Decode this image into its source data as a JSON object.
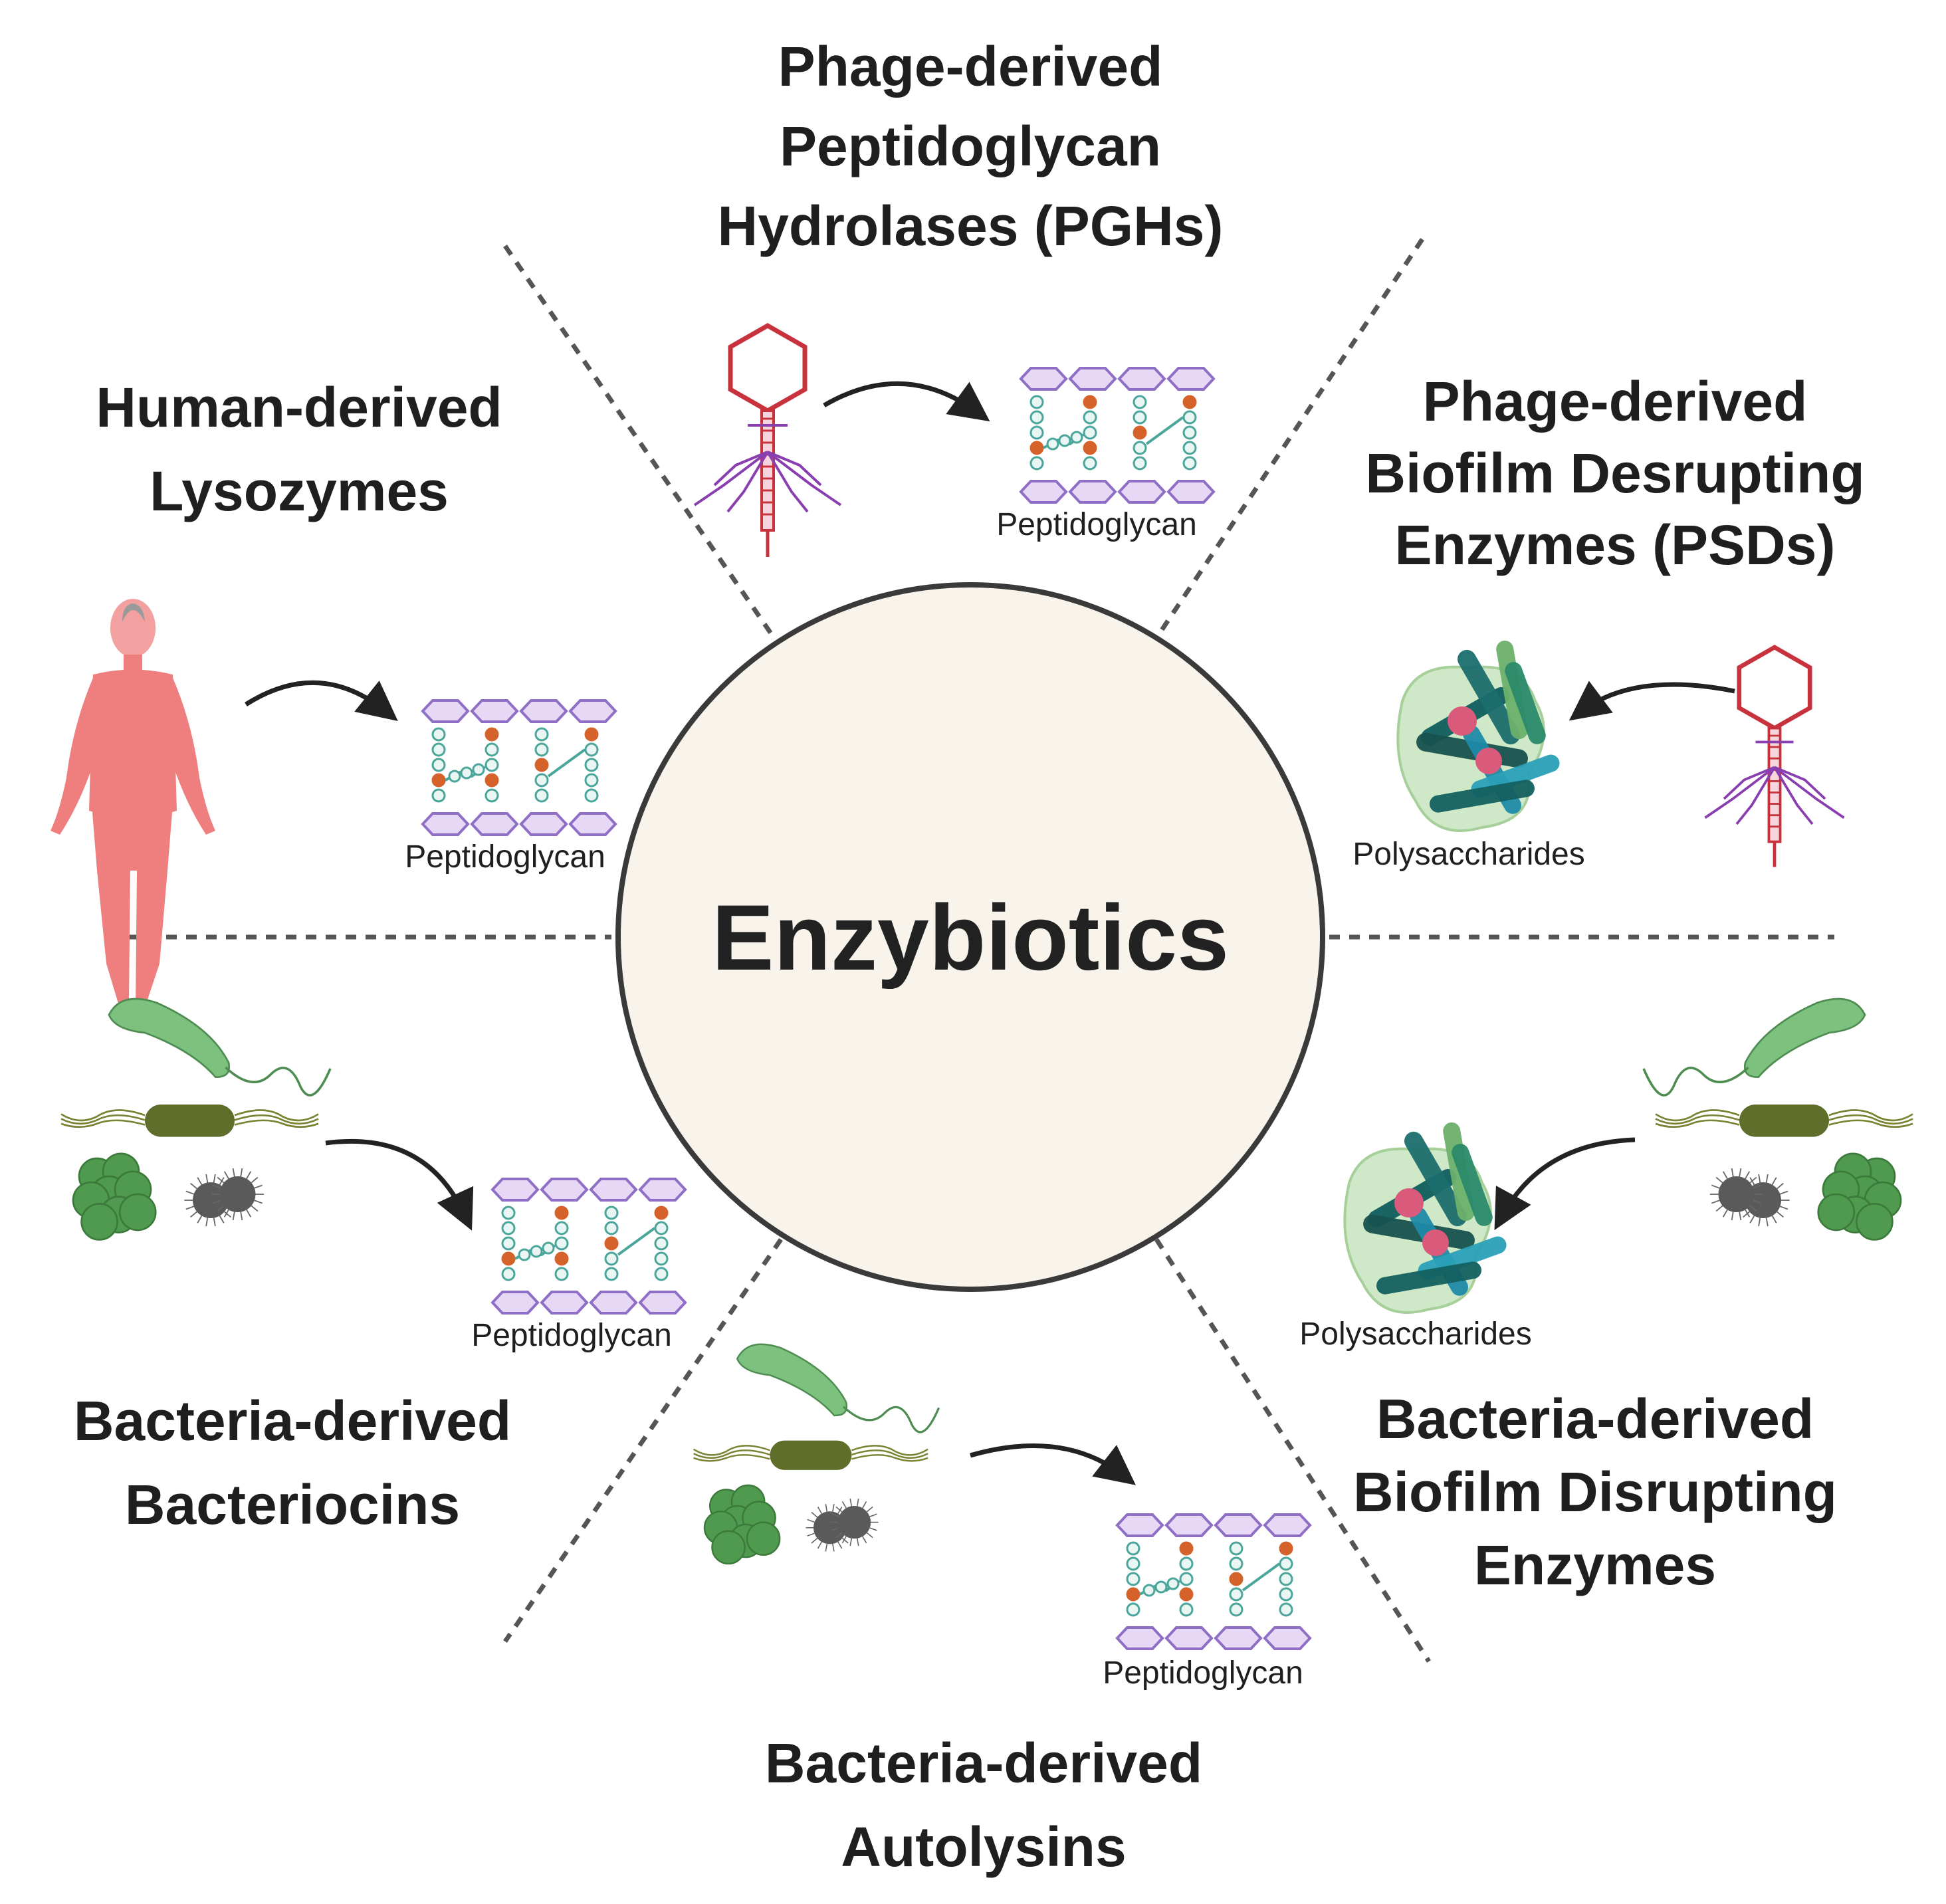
{
  "center": {
    "label": "Enzybiotics"
  },
  "sections": {
    "top": {
      "title": [
        "Phage-derived",
        "Peptidoglycan",
        "Hydrolases (PGHs)"
      ],
      "target_label": "Peptidoglycan",
      "source_icon": "bacteriophage-icon"
    },
    "top_right": {
      "title": [
        "Phage-derived",
        "Biofilm Desrupting",
        "Enzymes (PSDs)"
      ],
      "target_label": "Polysaccharides",
      "source_icon": "bacteriophage-icon"
    },
    "top_left": {
      "title": [
        "Human-derived",
        "Lysozymes"
      ],
      "target_label": "Peptidoglycan",
      "source_icon": "human-body-icon"
    },
    "bottom_left": {
      "title": [
        "Bacteria-derived",
        "Bacteriocins"
      ],
      "target_label": "Peptidoglycan",
      "source_icon": "bacteria-group-icon"
    },
    "bottom": {
      "title": [
        "Bacteria-derived",
        "Autolysins"
      ],
      "target_label": "Peptidoglycan",
      "source_icon": "bacteria-group-icon"
    },
    "bottom_right": {
      "title": [
        "Bacteria-derived",
        "Biofilm Disrupting",
        "Enzymes"
      ],
      "target_label": "Polysaccharides",
      "source_icon": "bacteria-group-icon"
    }
  },
  "colors": {
    "circle_fill": "#f8f4ec",
    "circle_stroke": "#3a3a3a",
    "divider": "#555555",
    "phage": "#c8323c",
    "phage_tail": "#8a3fb0",
    "human": "#ef7f7f",
    "sugar_fill": "#e7d9f5",
    "sugar_stroke": "#8f6fc6",
    "peptide": "#4aa59a",
    "crosslink": "#d4622a",
    "bacteria_green": "#7cc27e",
    "bacteria_olive": "#5f6e2a",
    "cluster_green": "#4f9a4f",
    "grey_cocci": "#5a5a5a",
    "biofilm_matrix": "#cfe8c7"
  }
}
